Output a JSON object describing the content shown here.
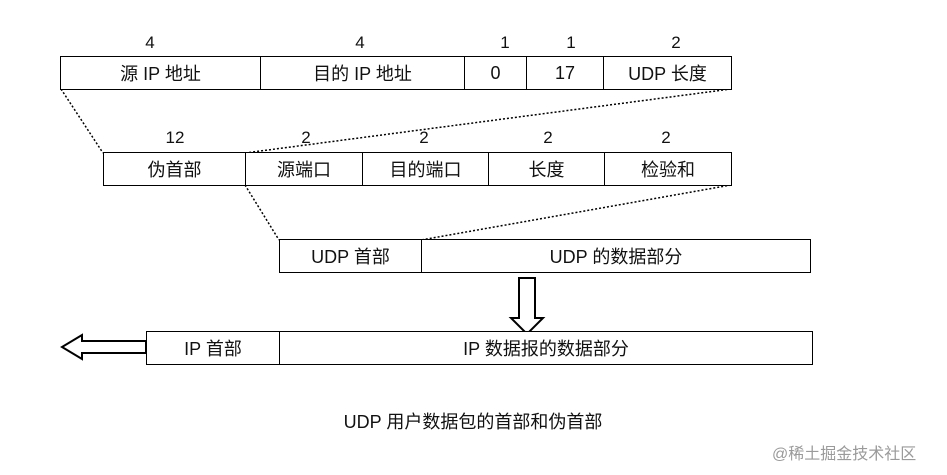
{
  "pseudo_header": {
    "sizes": [
      "4",
      "4",
      "1",
      "1",
      "2"
    ],
    "fields": [
      "源 IP 地址",
      "目的 IP 地址",
      "0",
      "17",
      "UDP 长度"
    ]
  },
  "udp_header": {
    "sizes": [
      "12",
      "2",
      "2",
      "2",
      "2"
    ],
    "fields": [
      "伪首部",
      "源端口",
      "目的端口",
      "长度",
      "检验和"
    ]
  },
  "udp_datagram": {
    "fields": [
      "UDP 首部",
      "UDP 的数据部分"
    ]
  },
  "ip_datagram": {
    "fields": [
      "IP 首部",
      "IP 数据报的数据部分"
    ]
  },
  "caption": "UDP 用户数据包的首部和伪首部",
  "watermark": "@稀土掘金技术社区"
}
